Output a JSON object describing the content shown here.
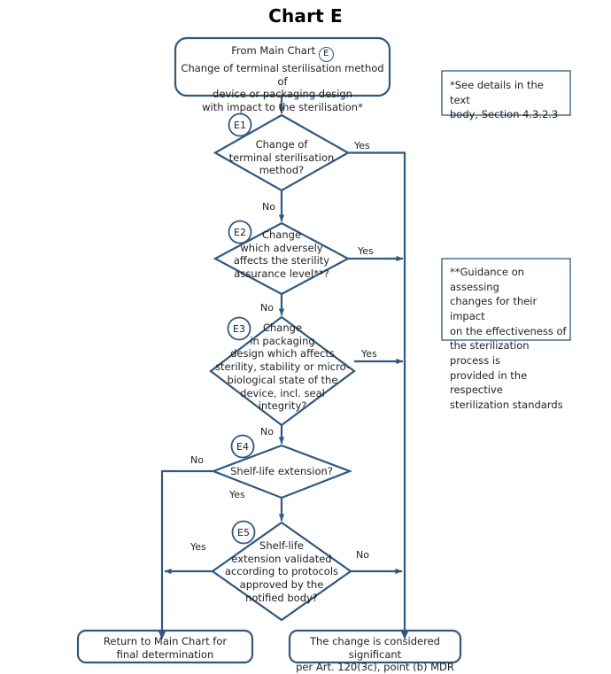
{
  "title": "Chart E",
  "start_node": {
    "name": "start-node",
    "line1_prefix": "From Main Chart",
    "line1_badge": "E",
    "line2": "Change of terminal sterilisation method of",
    "line3": "device or packaging design",
    "line4": "with impact to the sterilisation*"
  },
  "decisions": [
    {
      "tag": "E1",
      "lines": [
        "Change of",
        "terminal sterilisation",
        "method?"
      ],
      "yes_label": "Yes",
      "no_label": "No"
    },
    {
      "tag": "E2",
      "lines": [
        "Change",
        "which adversely",
        "affects the sterility",
        "assurance level**?"
      ],
      "yes_label": "Yes",
      "no_label": "No"
    },
    {
      "tag": "E3",
      "lines": [
        "Change",
        "in packaging",
        "design which affects",
        "sterility, stability or micro-",
        "biological state of the",
        "device, incl. seal",
        "integrity?"
      ],
      "yes_label": "Yes",
      "no_label": "No"
    },
    {
      "tag": "E4",
      "lines": [
        "Shelf-life extension?"
      ],
      "yes_label": "Yes",
      "no_label": "No"
    },
    {
      "tag": "E5",
      "lines": [
        "Shelf-life",
        "extension validated",
        "according to protocols",
        "approved by the",
        "notified body?"
      ],
      "yes_label": "Yes",
      "no_label": "No"
    }
  ],
  "end_nodes": [
    {
      "name": "return-to-main-chart",
      "line1": "Return to Main Chart for",
      "line2": "final determination"
    },
    {
      "name": "significant-change",
      "line1": "The change is considered significant",
      "line2": "per Art. 120(3c), point (b) MDR"
    }
  ],
  "notes": [
    {
      "name": "note-single-asterisk",
      "lines": [
        "*See details in the text",
        "body, Section 4.3.2.3"
      ]
    },
    {
      "name": "note-double-asterisk",
      "lines": [
        "**Guidance on assessing",
        "changes for their impact",
        "on the effectiveness of",
        "the sterilization process is",
        "provided in the respective",
        "sterilization standards"
      ]
    }
  ],
  "colors": {
    "stroke": "#31587f",
    "note_border": "#31587f",
    "text": "#1f1f1f",
    "background": "#ffffff"
  }
}
